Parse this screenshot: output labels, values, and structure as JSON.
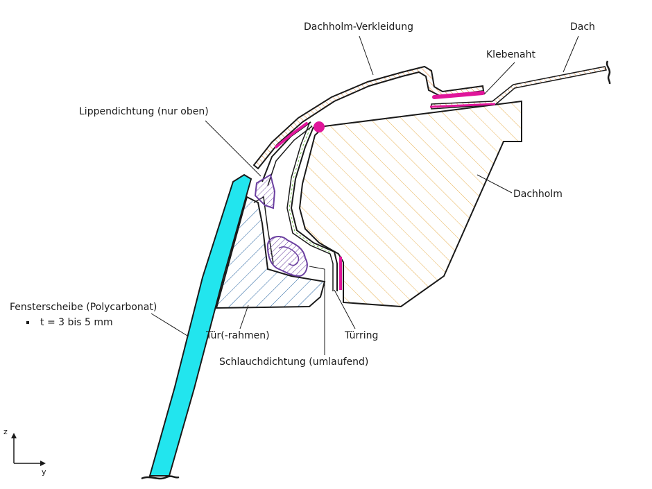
{
  "labels": {
    "dachholm_verkleidung": "Dachholm-Verkleidung",
    "dach": "Dach",
    "klebenaht": "Klebenaht",
    "lippendichtung": "Lippendichtung (nur oben)",
    "dachholm": "Dachholm",
    "fensterscheibe": "Fensterscheibe (Polycarbonat)",
    "thickness": "t = 3 bis 5 mm",
    "tuerrahmen": "Tür(-rahmen)",
    "tuerring": "Türring",
    "schlauchdichtung": "Schlauchdichtung (umlaufend)"
  },
  "axes": {
    "z": "z",
    "y": "y"
  },
  "colors": {
    "window": "#22e5ee",
    "adhesive": "#e0159a",
    "seal": "#6b3fa0",
    "pillar_hatch": "#e8b050",
    "door_hatch": "#1f5f9e",
    "outline": "#1a1a1a"
  }
}
